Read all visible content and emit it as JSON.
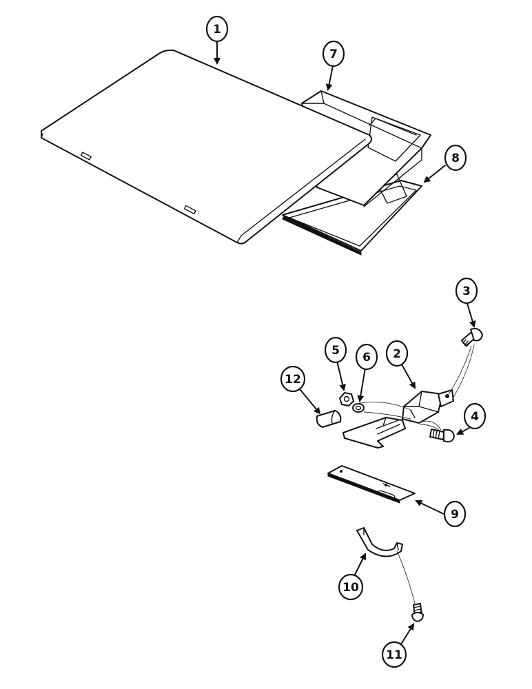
{
  "callouts": {
    "c1": "1",
    "c2": "2",
    "c3": "3",
    "c4": "4",
    "c5": "5",
    "c6": "6",
    "c7": "7",
    "c8": "8",
    "c9": "9",
    "c10": "10",
    "c11": "11",
    "c12": "12"
  },
  "colors": {
    "line": "#111111",
    "background": "#ffffff"
  }
}
